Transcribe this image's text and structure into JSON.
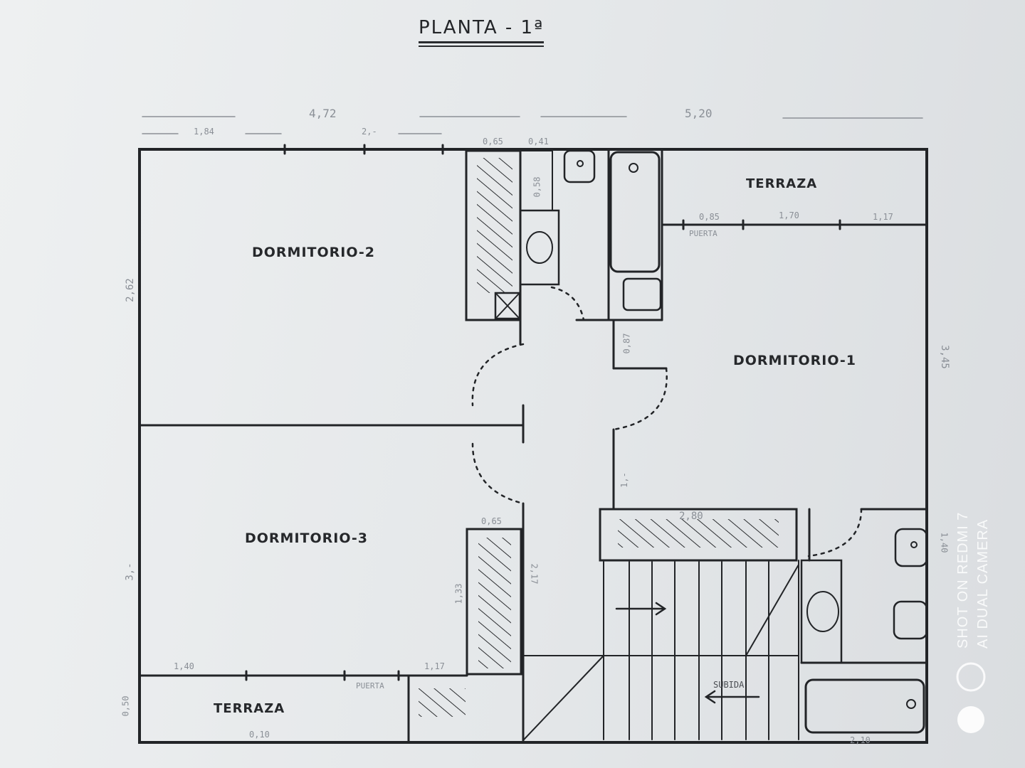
{
  "title": "PLANTA - 1ª",
  "rooms": {
    "dormitorio2": "DORMITORIO-2",
    "dormitorio1": "DORMITORIO-1",
    "dormitorio3": "DORMITORIO-3",
    "terraza_top": "TERRAZA",
    "terraza_bottom": "TERRAZA"
  },
  "dimensions": {
    "top_total_left": "4,72",
    "top_total_right": "5,20",
    "top_sub_1": "1,84",
    "top_sub_2": "2,-",
    "top_sub_3": "0,65",
    "top_sub_4": "0,41",
    "left_upper": "2,62",
    "left_lower": "3,-",
    "left_bottom": "0,50",
    "terr_sub_1": "0,85",
    "terr_sub_2": "1,70",
    "terr_sub_3": "1,17",
    "puerta_top": "PUERTA",
    "right_upper": "3,45",
    "bottom_sub_1": "1,40",
    "bottom_sub_2": "1,17",
    "bottom_sub_3": "0,65",
    "bottom_total": "0,10",
    "puerta_bottom": "PUERTA",
    "stair_width": "2,80",
    "corridor_1": "0,87",
    "corridor_2": "1,-",
    "corridor_3": "2,17",
    "closet_dim": "1,33",
    "bath_dim": "0,58",
    "right_lower": "1,40",
    "bottom_right": "2,10",
    "subida": "SUBIDA"
  },
  "watermark": {
    "line1": "SHOT ON REDMI 7",
    "line2": "AI DUAL CAMERA"
  }
}
